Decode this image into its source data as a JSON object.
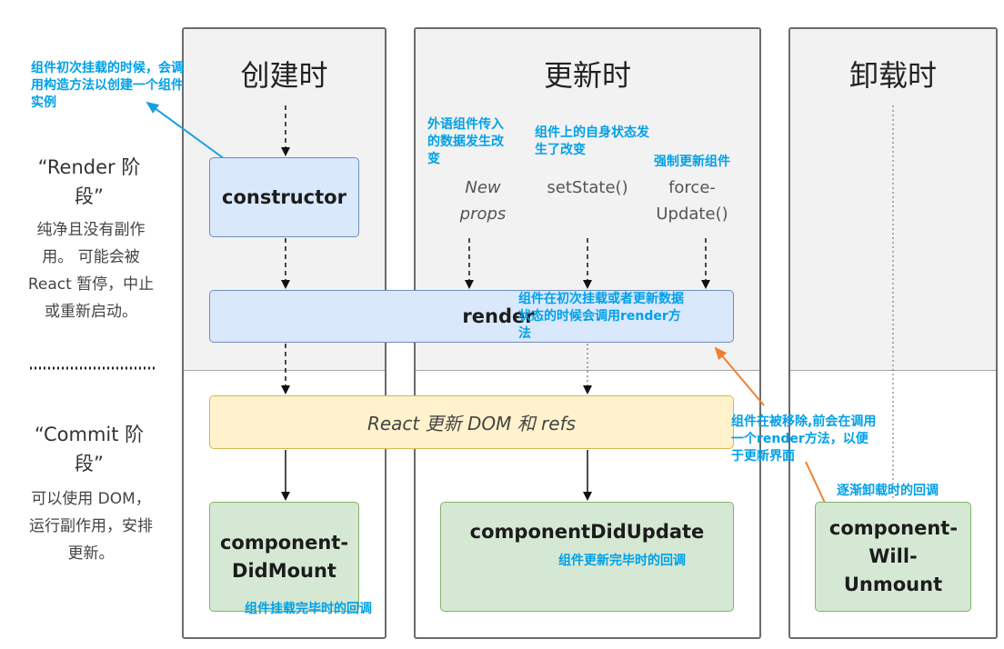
{
  "columns": {
    "create": "创建时",
    "update": "更新时",
    "unmount": "卸载时"
  },
  "stages": {
    "render_title": "“Render 阶段”",
    "render_desc": "纯净且没有副作用。 可能会被 React 暂停，中止或重新启动。",
    "commit_title": "“Commit 阶段”",
    "commit_desc": "可以使用 DOM，运行副作用，安排更新。"
  },
  "nodes": {
    "constructor": "constructor",
    "render": "render",
    "react_update": "React 更新 DOM 和 refs",
    "did_mount": "component-DidMount",
    "did_update": "componentDidUpdate",
    "will_unmount": "component-Will-Unmount"
  },
  "triggers": {
    "new_props": "New props",
    "set_state": "setState()",
    "force_update": "force-Update()"
  },
  "notes": {
    "constructor_note": "组件初次挂载的时候，会调用构造方法以创建一个组件实例",
    "new_props_note": "外语组件传入的数据发生改变",
    "set_state_note": "组件上的自身状态发生了改变",
    "force_update_note": "强制更新组件",
    "render_note": "组件在初次挂载或者更新数据状态的时候会调用render方法",
    "unmount_render_note": "组件在被移除,前会在调用一个render方法，以便于更新界面",
    "unmount_note": "逐渐卸载时的回调",
    "did_mount_note": "组件挂载完毕时的回调",
    "did_update_note": "组件更新完毕时的回调"
  },
  "colors": {
    "annotation_text": "#00a0e8",
    "blue_arrow": "#1a9fdf",
    "orange_arrow": "#f08030"
  }
}
